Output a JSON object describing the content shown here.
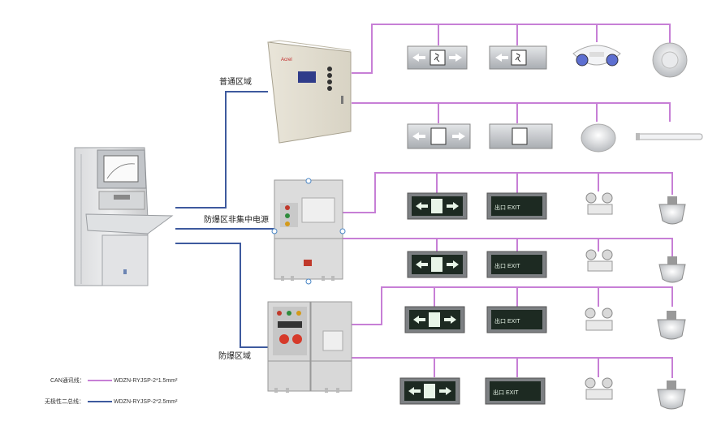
{
  "zones": {
    "normal": "普通区域",
    "explosion_proof_non_central": "防爆区非集中电源",
    "explosion_proof": "防爆区域"
  },
  "cabinet_brand": "Acrel",
  "exit_text": "出口 EXIT",
  "legend": [
    {
      "label": "CAN通讯线：",
      "cable": "WDZN-RYJSP-2*1.5mm²",
      "color": "#c77fd6"
    },
    {
      "label": "无极性二总线：",
      "cable": "WDZN-RYJSP-2*2.5mm²",
      "color": "#3e5a9e"
    }
  ],
  "colors": {
    "can_line": "#c77fd6",
    "bus_line": "#3e5a9e"
  }
}
